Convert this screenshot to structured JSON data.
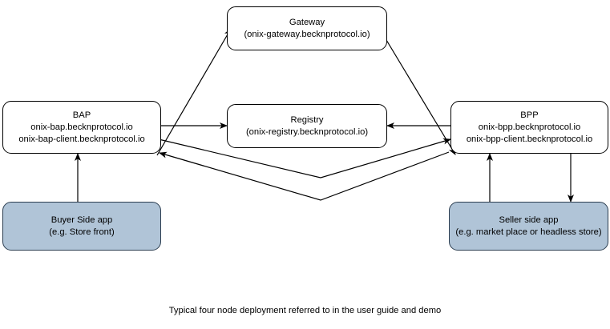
{
  "diagram": {
    "caption": "Typical four node deployment referred to in the user guide and demo",
    "colors": {
      "node_fill": "#ffffff",
      "node_stroke": "#000000",
      "app_fill": "#b0c4d7",
      "app_stroke": "#2b3d50",
      "edge_stroke": "#000000",
      "background": "#ffffff"
    },
    "nodes": [
      {
        "id": "gateway",
        "type": "service",
        "title": "Gateway",
        "subtitle": "(onix-gateway.becknprotocol.io)"
      },
      {
        "id": "bap",
        "type": "service",
        "title": "BAP",
        "host1": "onix-bap.becknprotocol.io",
        "host2": "onix-bap-client.becknprotocol.io"
      },
      {
        "id": "registry",
        "type": "service",
        "title": "Registry",
        "subtitle": "(onix-registry.becknprotocol.io)"
      },
      {
        "id": "bpp",
        "type": "service",
        "title": "BPP",
        "host1": "onix-bpp.becknprotocol.io",
        "host2": "onix-bpp-client.becknprotocol.io"
      },
      {
        "id": "buyer-app",
        "type": "app",
        "title": "Buyer Side app",
        "subtitle": "(e.g. Store front)"
      },
      {
        "id": "seller-app",
        "type": "app",
        "title": "Seller side app",
        "subtitle": "(e.g. market place or headless store)"
      }
    ],
    "edges": [
      {
        "id": "bap-to-gateway",
        "from": "bap",
        "to": "gateway",
        "label": "",
        "direction": "one-way"
      },
      {
        "id": "gateway-to-bpp",
        "from": "gateway",
        "to": "bpp",
        "label": "",
        "direction": "one-way"
      },
      {
        "id": "bap-to-registry",
        "from": "bap",
        "to": "registry",
        "label": "",
        "direction": "one-way"
      },
      {
        "id": "bpp-to-registry",
        "from": "bpp",
        "to": "registry",
        "label": "",
        "direction": "one-way"
      },
      {
        "id": "bap-to-bpp",
        "from": "bap",
        "to": "bpp",
        "label": "",
        "direction": "one-way"
      },
      {
        "id": "bpp-to-bap",
        "from": "bpp",
        "to": "bap",
        "label": "",
        "direction": "one-way"
      },
      {
        "id": "buyer-to-bap",
        "from": "buyer-app",
        "to": "bap",
        "label": "",
        "direction": "one-way"
      },
      {
        "id": "seller-to-bpp",
        "from": "seller-app",
        "to": "bpp",
        "label": "",
        "direction": "one-way"
      },
      {
        "id": "bpp-to-seller",
        "from": "bpp",
        "to": "seller-app",
        "label": "",
        "direction": "one-way"
      }
    ]
  }
}
